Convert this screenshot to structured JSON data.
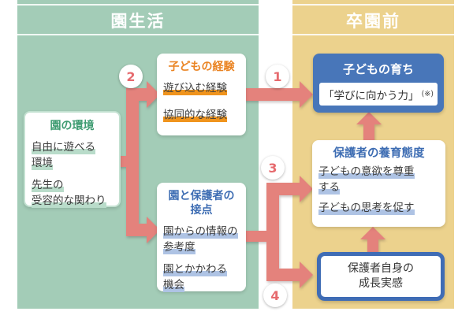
{
  "header": {
    "left_title": "園生活",
    "right_title": "卒園前"
  },
  "boxes": {
    "environment": {
      "title": "園の環境",
      "items": [
        {
          "lines": [
            "自由に遊べる",
            "環境"
          ]
        },
        {
          "lines": [
            "先生の",
            "受容的な関わり"
          ]
        }
      ]
    },
    "child_experience": {
      "title": "子どもの経験",
      "items": [
        {
          "lines": [
            "遊び込む経験"
          ]
        },
        {
          "lines": [
            "協同的な経験"
          ]
        }
      ]
    },
    "contact": {
      "title_lines": [
        "園と保護者の",
        "接点"
      ],
      "items": [
        {
          "lines": [
            "園からの情報の",
            "参考度"
          ]
        },
        {
          "lines": [
            "園とかかわる",
            "機会"
          ]
        }
      ]
    },
    "child_growth": {
      "title": "子どもの育ち",
      "label": "「学びに向かう力」",
      "note": "(※)"
    },
    "parenting_attitude": {
      "title": "保護者の養育態度",
      "items": [
        {
          "lines": [
            "子どもの意欲を尊重",
            "する"
          ]
        },
        {
          "lines": [
            "子どもの思考を促す"
          ]
        }
      ]
    },
    "parent_growth": {
      "lines": [
        "保護者自身の",
        "成長実感"
      ]
    }
  },
  "arrows": {
    "n1": "1",
    "n2": "2",
    "n3": "3",
    "n4": "4"
  },
  "colors": {
    "left_region_bg": "#a3ccb7",
    "right_region_bg": "#ecd28d",
    "arrow": "#e4827c",
    "blue_box": "#4876b9",
    "blue_border": "#3f6cb5",
    "green_title": "#3f9c72",
    "orange_title": "#ea8423",
    "blue_title": "#3e6db3",
    "green_underline": "#b9dcca",
    "orange_underline": "#f0941d",
    "blue_underline": "#aec3e4",
    "number_color": "#e66a6e",
    "text": "#3c3c3c"
  }
}
